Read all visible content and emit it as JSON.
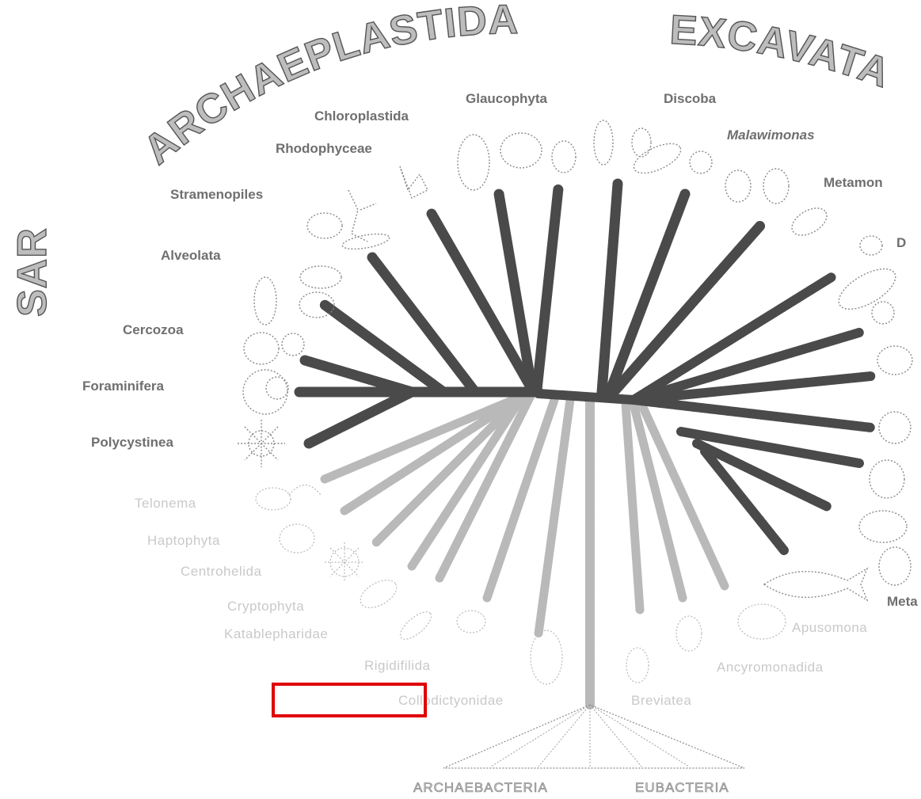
{
  "supergroups": {
    "archaeplastida": "ARCHAEPLASTIDA",
    "excavata": "EXCAVATA",
    "sar": "SAR"
  },
  "labels": {
    "glaucophyta": "Glaucophyta",
    "chloroplastida": "Chloroplastida",
    "rhodophyceae": "Rhodophyceae",
    "discoba": "Discoba",
    "malawimonas": "Malawimonas",
    "metamonada": "Metamon",
    "stramenopiles": "Stramenopiles",
    "alveolata": "Alveolata",
    "cercozoa": "Cercozoa",
    "foraminifera": "Foraminifera",
    "polycystinea": "Polycystinea",
    "telonema": "Telonema",
    "haptophyta": "Haptophyta",
    "centrohelida": "Centrohelida",
    "cryptophyta": "Cryptophyta",
    "katablepharidae": "Katablepharidae",
    "rigidifilida": "Rigidifilida",
    "collodictyonidae": "Collodictyonidae",
    "breviatea": "Breviatea",
    "apusomonadida": "Apusomona",
    "ancyromonadida": "Ancyromonadida",
    "metazoa": "Meta",
    "right_d": "D"
  },
  "base": {
    "archaebacteria": "ARCHAEBACTERIA",
    "eubacteria": "EUBACTERIA"
  },
  "highlight": {
    "color": "#e00000"
  }
}
